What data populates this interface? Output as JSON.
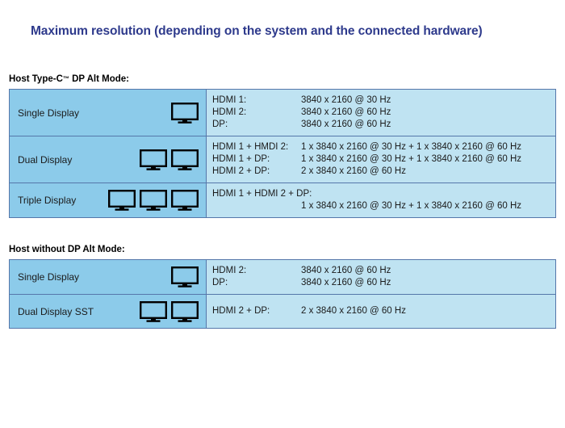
{
  "title": "Maximum resolution (depending on the system and the connected hardware)",
  "colors": {
    "title_blue": "#2e3a8c",
    "label_cell_blue": "#8ccbea",
    "value_cell_blue": "#bfe3f2",
    "border_blue": "#5577aa",
    "monitor_outline": "#000000",
    "monitor_screen": "#8ccbea"
  },
  "sections": [
    {
      "heading": "Host Type-C™ DP Alt Mode:",
      "heading_plain": "Host Type-C DP Alt Mode:",
      "rows": [
        {
          "label": "Single Display",
          "monitor_count": 1,
          "values": [
            {
              "key": "HDMI 1:",
              "value": "3840 x 2160 @ 30 Hz",
              "indented": false
            },
            {
              "key": "HDMI 2:",
              "value": "3840 x 2160 @ 60 Hz",
              "indented": false
            },
            {
              "key": "DP:",
              "value": "3840 x 2160 @ 60 Hz",
              "indented": false
            }
          ]
        },
        {
          "label": "Dual Display",
          "monitor_count": 2,
          "values": [
            {
              "key": "HDMI 1 + HMDI 2:",
              "value": "1 x 3840 x 2160 @ 30 Hz + 1 x 3840 x 2160 @ 60 Hz",
              "indented": false
            },
            {
              "key": "HDMI 1 + DP:",
              "value": "1 x 3840 x 2160 @ 30 Hz + 1 x 3840 x 2160 @ 60 Hz",
              "indented": false
            },
            {
              "key": "HDMI 2 + DP:",
              "value": "2 x 3840 x 2160 @ 60 Hz",
              "indented": false
            }
          ]
        },
        {
          "label": "Triple Display",
          "monitor_count": 3,
          "values": [
            {
              "key": "HDMI 1 + HDMI 2 + DP:",
              "value": "",
              "indented": false
            },
            {
              "key": "",
              "value": "1 x 3840 x 2160 @ 30 Hz + 1 x 3840 x 2160 @ 60 Hz",
              "indented": true
            }
          ]
        }
      ]
    },
    {
      "heading": "Host without DP Alt Mode:",
      "heading_plain": "Host without DP Alt Mode:",
      "rows": [
        {
          "label": "Single Display",
          "monitor_count": 1,
          "values": [
            {
              "key": "HDMI 2:",
              "value": "3840 x 2160 @ 60 Hz",
              "indented": false
            },
            {
              "key": "DP:",
              "value": "3840 x 2160 @ 60 Hz",
              "indented": false
            }
          ]
        },
        {
          "label": "Dual Display SST",
          "monitor_count": 2,
          "values": [
            {
              "key": "HDMI 2 + DP:",
              "value": "2 x 3840 x 2160 @ 60 Hz",
              "indented": false
            }
          ]
        }
      ]
    }
  ]
}
